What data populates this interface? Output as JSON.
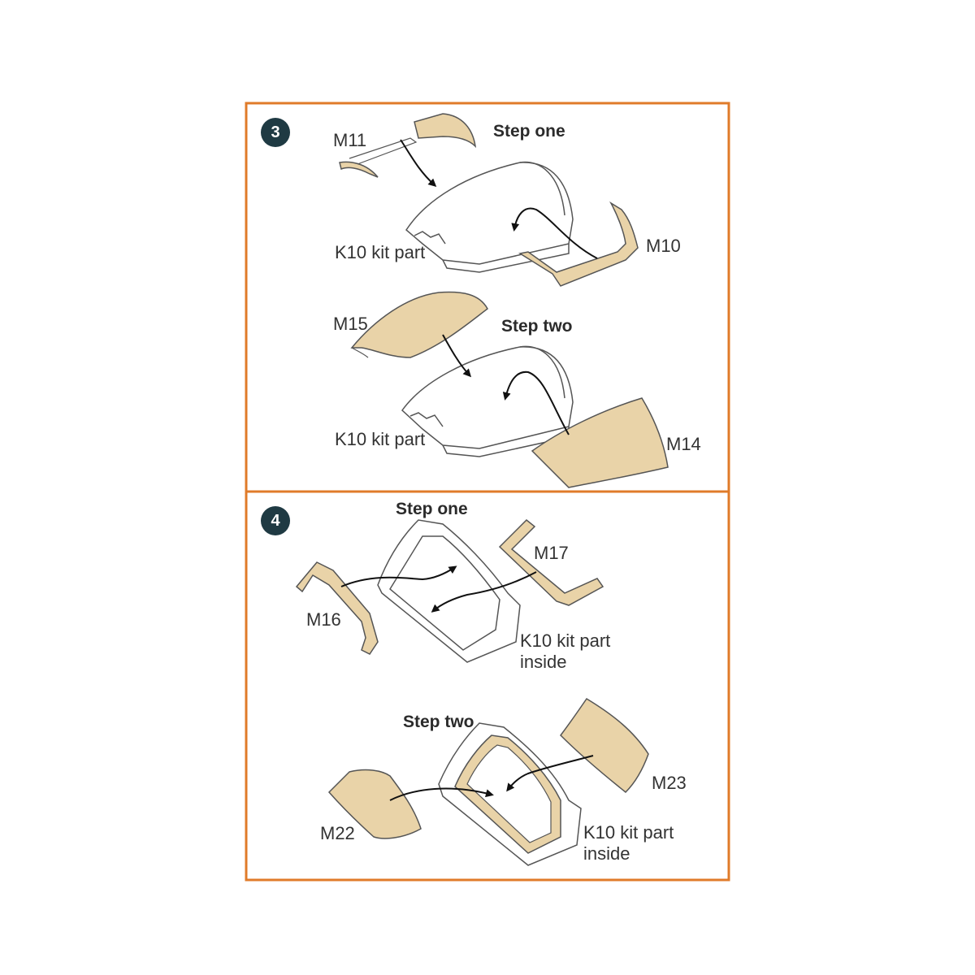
{
  "colors": {
    "frame": "#e07b2a",
    "mask_fill": "#e9d3a8",
    "badge": "#1f3a43",
    "outline": "#555555"
  },
  "panel3": {
    "number": "3",
    "step_one": "Step one",
    "step_two": "Step two",
    "label_m11": "M11",
    "label_m10": "M10",
    "label_k10_a": "K10 kit part",
    "label_m15": "M15",
    "label_m14": "M14",
    "label_k10_b": "K10 kit part"
  },
  "panel4": {
    "number": "4",
    "step_one": "Step one",
    "step_two": "Step two",
    "label_m16": "M16",
    "label_m17": "M17",
    "label_k10_a": "K10 kit part\ninside",
    "label_m22": "M22",
    "label_m23": "M23",
    "label_k10_b": "K10 kit part\ninside"
  }
}
